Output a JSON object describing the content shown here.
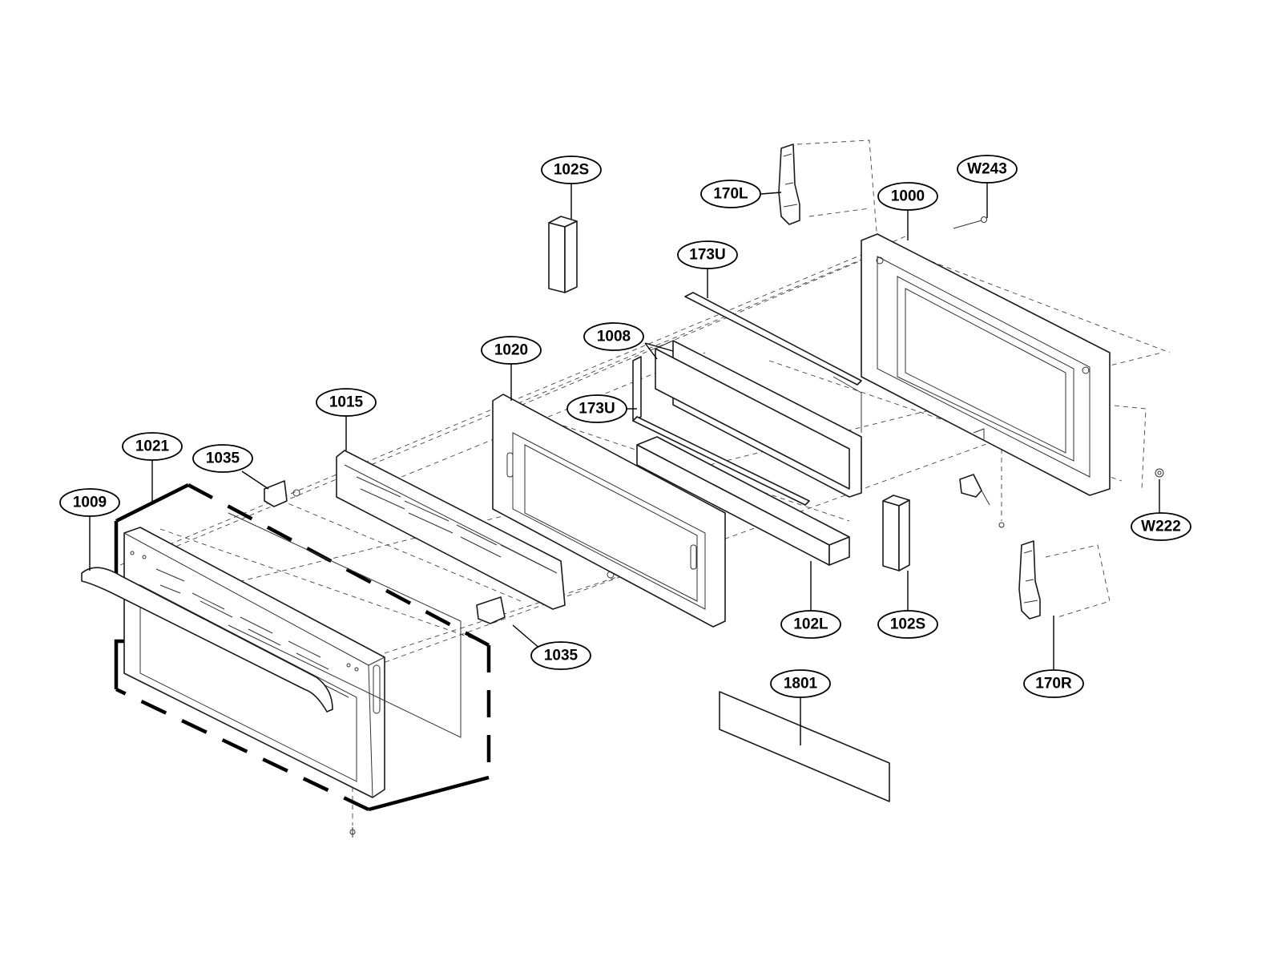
{
  "callouts": {
    "c102s_top": "102S",
    "c170l": "170L",
    "cw243": "W243",
    "c1000": "1000",
    "c173u_top": "173U",
    "c1008": "1008",
    "c1020": "1020",
    "c173u_mid": "173U",
    "c1015": "1015",
    "c1021": "1021",
    "c1035_top": "1035",
    "c1009": "1009",
    "c1035_bottom": "1035",
    "c102l": "102L",
    "c102s_bottom": "102S",
    "cw222": "W222",
    "c170r": "170R",
    "c1801": "1801"
  }
}
